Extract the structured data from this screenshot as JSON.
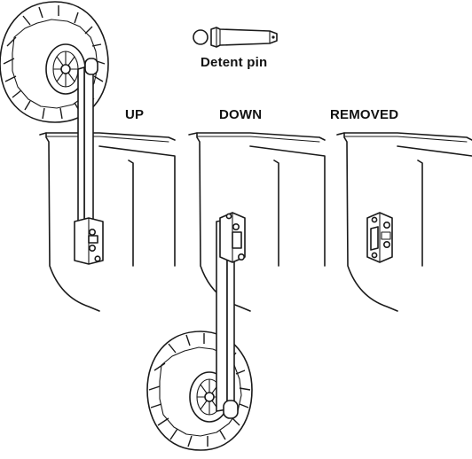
{
  "labels": {
    "detent_pin": "Detent pin",
    "up": "UP",
    "down": "DOWN",
    "removed": "REMOVED"
  },
  "colors": {
    "line": "#1a1a1a",
    "background": "#ffffff"
  }
}
